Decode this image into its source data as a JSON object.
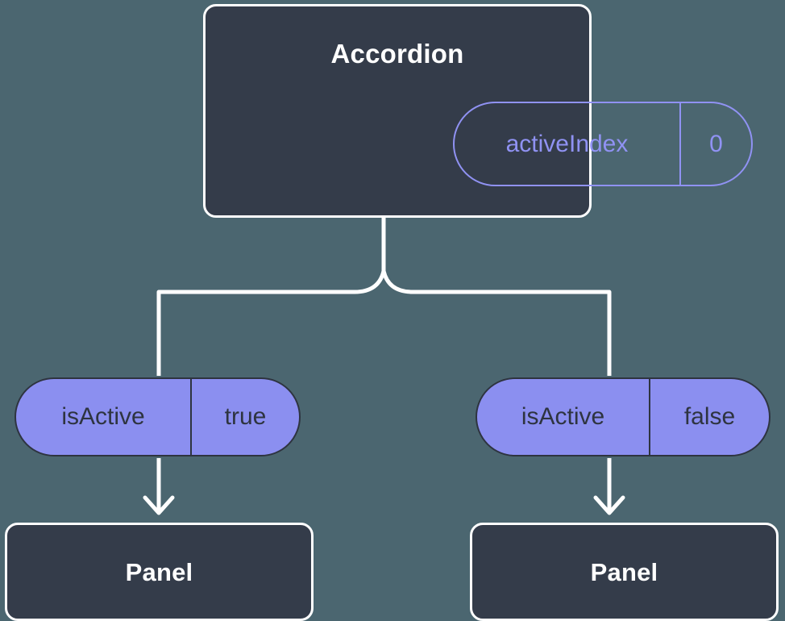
{
  "diagram": {
    "type": "component-state-tree",
    "background_color": "#4b6670",
    "card_color": "#343c4a",
    "accent_color": "#8b8ff0",
    "outline_accent_color": "#9092f3",
    "line_color": "#ffffff",
    "root": {
      "title": "Accordion",
      "state": {
        "key": "activeIndex",
        "value": "0"
      }
    },
    "branches": [
      {
        "prop": {
          "key": "isActive",
          "value": "true"
        },
        "child_title": "Panel"
      },
      {
        "prop": {
          "key": "isActive",
          "value": "false"
        },
        "child_title": "Panel"
      }
    ]
  }
}
